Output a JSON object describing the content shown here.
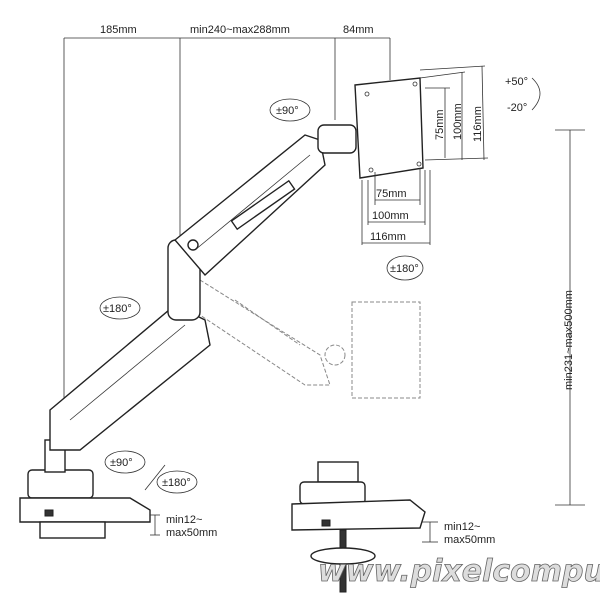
{
  "dimensions": {
    "top_left": "185mm",
    "top_middle": "min240~max288mm",
    "top_right": "84mm",
    "height_range": "min231~max500mm",
    "clamp_left": "min12~\nmax50mm",
    "clamp_left_line1": "min12~",
    "clamp_left_line2": "max50mm",
    "clamp_right_line1": "min12~",
    "clamp_right_line2": "max50mm"
  },
  "vesa": {
    "vertical": [
      "75mm",
      "100mm",
      "116mm"
    ],
    "horizontal": [
      "75mm",
      "100mm",
      "116mm"
    ]
  },
  "rotations": {
    "head_swivel": "±90°",
    "tilt_up": "+50°",
    "tilt_down": "-20°",
    "plate_rotation": "±180°",
    "elbow": "±180°",
    "base_swivel": "±90°",
    "base_rotation": "±180°"
  },
  "watermark": "www.pixelcomputer.hu"
}
